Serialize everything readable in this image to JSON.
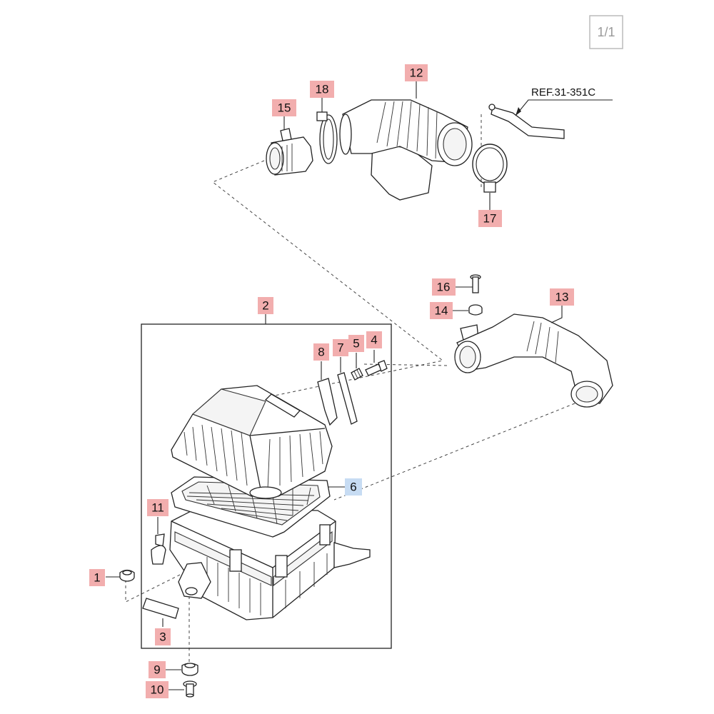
{
  "page_indicator": "1/1",
  "reference_label": "REF.31-351C",
  "colors": {
    "callout_red": "#f2aeae",
    "callout_blue": "#c7dcf3"
  },
  "callouts": {
    "c1": "1",
    "c2": "2",
    "c3": "3",
    "c4": "4",
    "c5": "5",
    "c6": "6",
    "c7": "7",
    "c8": "8",
    "c9": "9",
    "c10": "10",
    "c11": "11",
    "c12": "12",
    "c13": "13",
    "c14": "14",
    "c15": "15",
    "c16": "16",
    "c17": "17",
    "c18": "18"
  }
}
